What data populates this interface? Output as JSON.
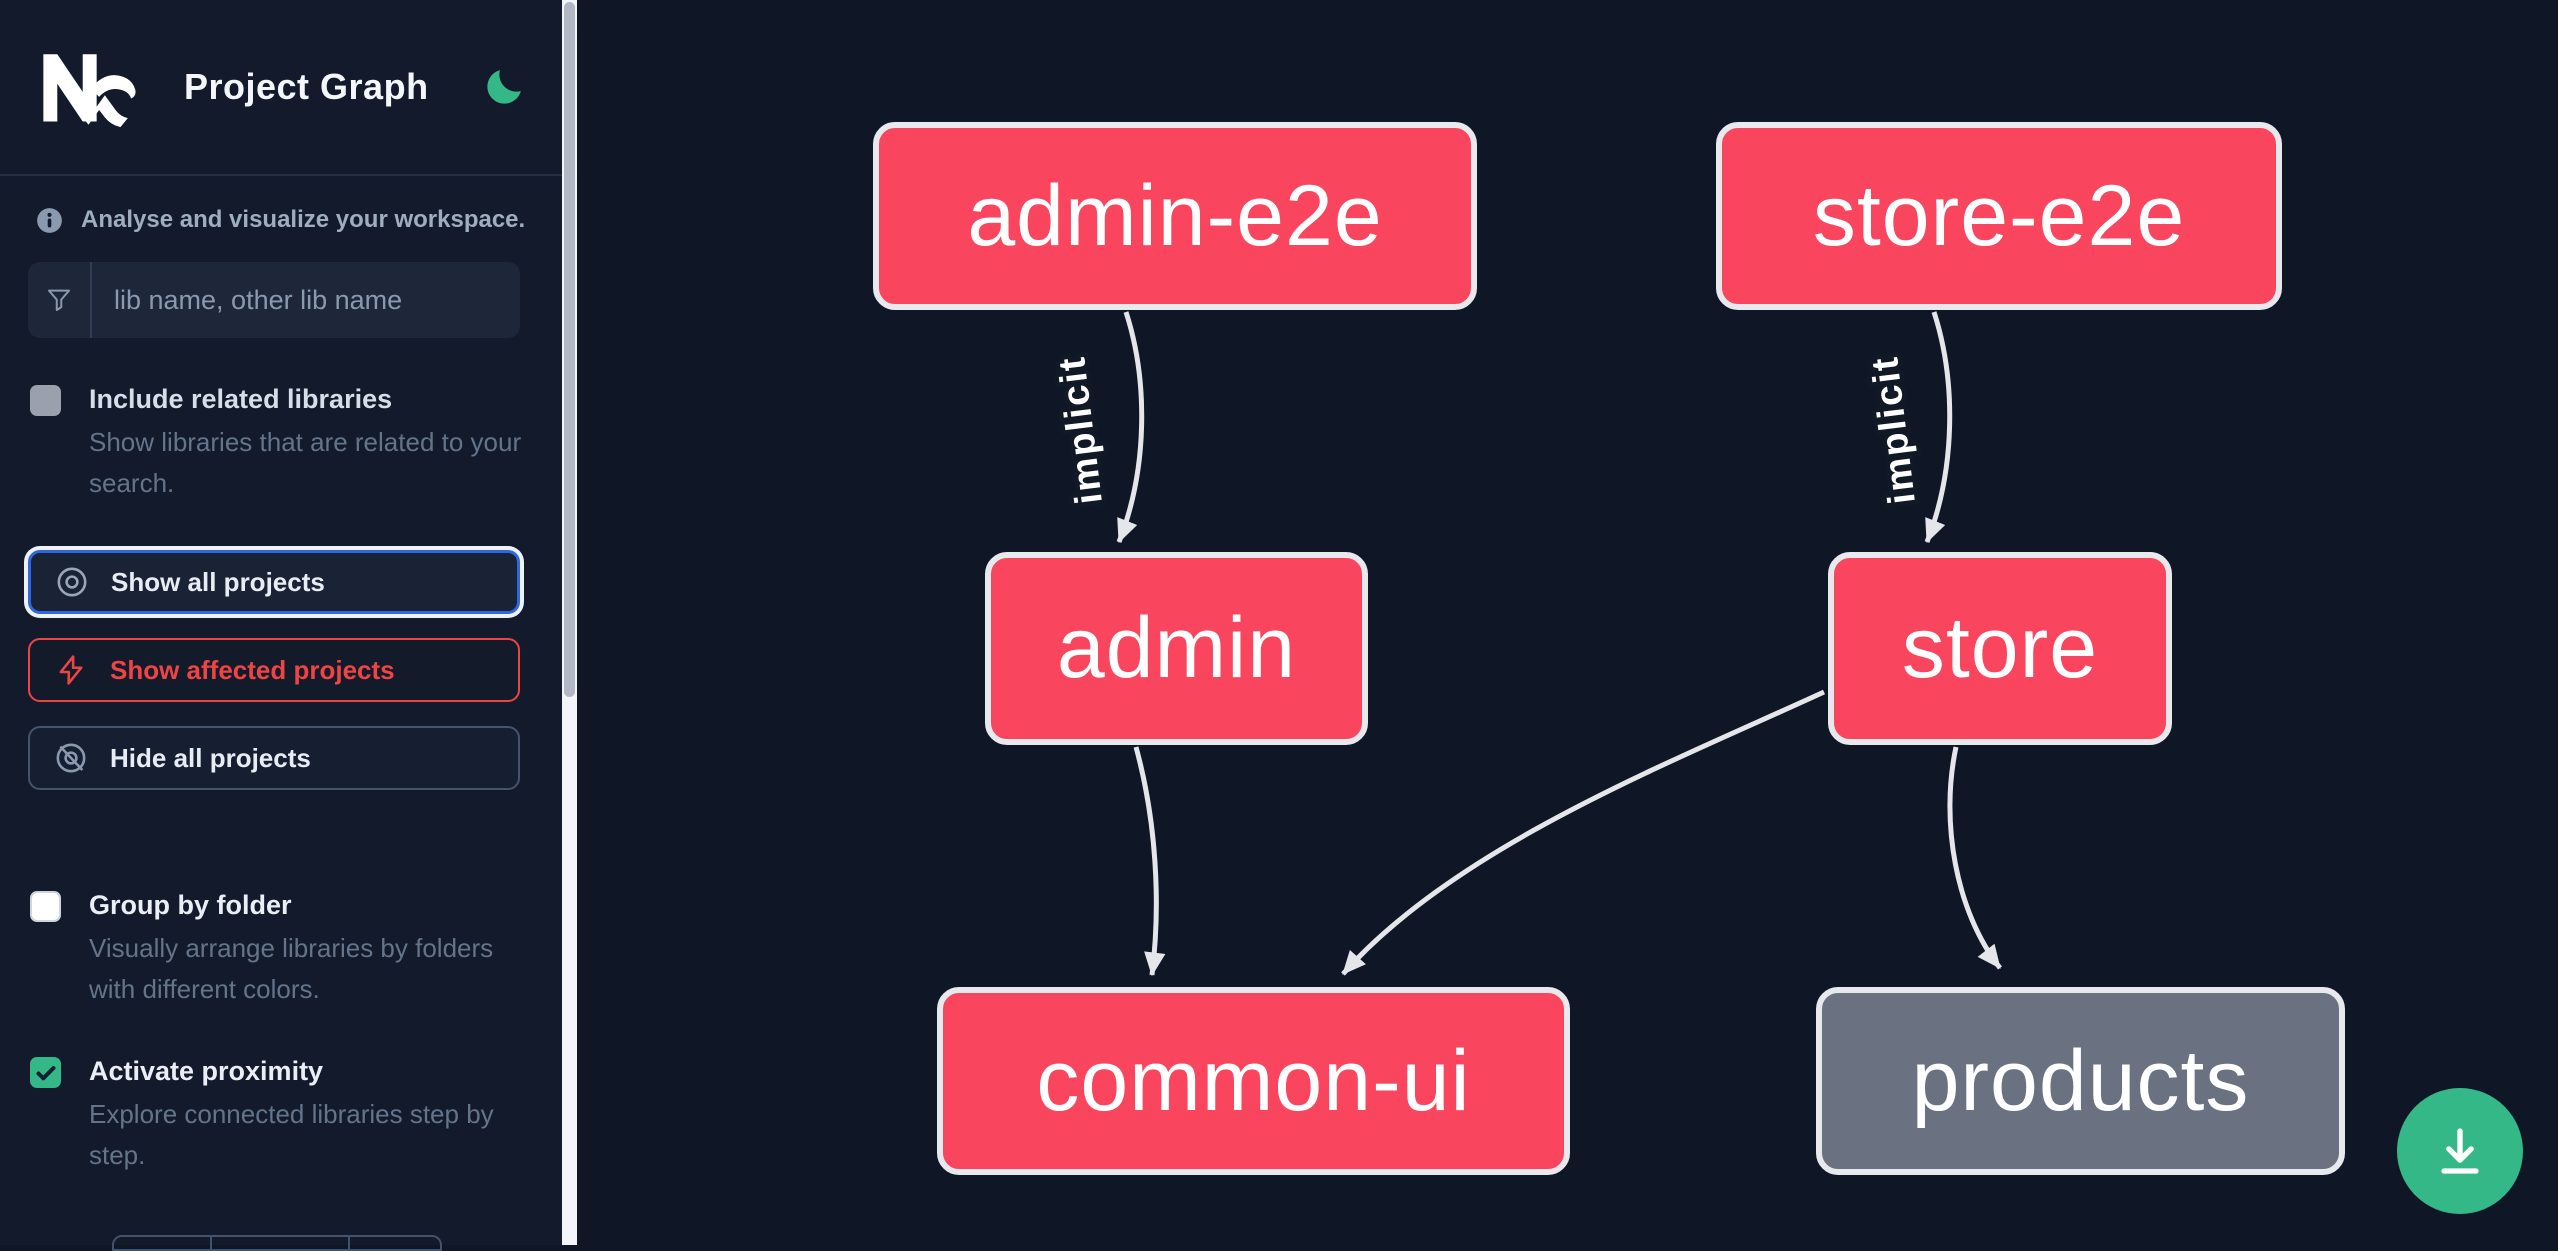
{
  "sidebar": {
    "logo": "Nx",
    "title": "Project Graph",
    "tagline": "Analyse and visualize your workspace.",
    "search_placeholder": "lib name, other lib name",
    "include_related": {
      "label": "Include related libraries",
      "description": "Show libraries that are related to your search.",
      "checked": false
    },
    "buttons": {
      "show_all": "Show all projects",
      "show_affected": "Show affected projects",
      "hide_all": "Hide all projects"
    },
    "group_by_folder": {
      "label": "Group by folder",
      "description": "Visually arrange libraries by folders with different colors.",
      "checked": false
    },
    "activate_proximity": {
      "label": "Activate proximity",
      "description": "Explore connected libraries step by step.",
      "checked": true
    }
  },
  "graph": {
    "nodes": [
      {
        "label": "admin-e2e",
        "color": "pink"
      },
      {
        "label": "store-e2e",
        "color": "pink"
      },
      {
        "label": "admin",
        "color": "pink"
      },
      {
        "label": "store",
        "color": "pink"
      },
      {
        "label": "common-ui",
        "color": "pink"
      },
      {
        "label": "products",
        "color": "gray"
      }
    ],
    "edges": [
      {
        "source": "admin-e2e",
        "target": "admin",
        "label": "implicit"
      },
      {
        "source": "store-e2e",
        "target": "store",
        "label": "implicit"
      },
      {
        "source": "admin",
        "target": "common-ui",
        "label": ""
      },
      {
        "source": "store",
        "target": "common-ui",
        "label": ""
      },
      {
        "source": "store",
        "target": "products",
        "label": ""
      }
    ]
  },
  "colors": {
    "node_pink": "#f9455e",
    "node_gray": "#6a7282",
    "accent_green": "#35b887",
    "focus_blue": "#2d68e0",
    "danger_red": "#ef4444",
    "edge": "#e4e6ea",
    "sidebar_bg": "#121a2b",
    "canvas_bg": "#0f1626"
  }
}
